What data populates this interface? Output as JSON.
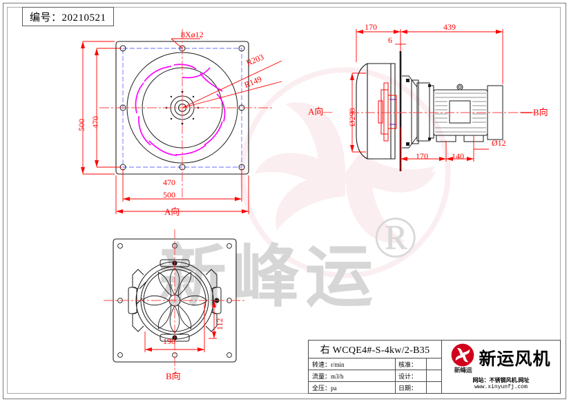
{
  "sheet": {
    "code_label": "编号：20210521"
  },
  "watermark": {
    "brand_text": "新峰运",
    "registered_mark": "®",
    "logo_icon": "fan-impeller-icon"
  },
  "views": {
    "front": {
      "name": "A向",
      "label": "A向",
      "dims": {
        "outer_width": "500",
        "inner_width": "470",
        "outer_height": "500",
        "inner_height": "470",
        "holes": "8Xø12",
        "radius_outer": "R203",
        "radius_inner": "R149"
      }
    },
    "side": {
      "name": "B向",
      "label": "B向",
      "arrow_label_a": "A向",
      "dims": {
        "inlet_len": "170",
        "total_len": "439",
        "plate_thk": "6",
        "inlet_dia": "Ø298",
        "base_front": "170",
        "base_span": "140",
        "bolt_dia": "Ø12"
      }
    },
    "bottom": {
      "name": "B向",
      "label": "B向",
      "dims": {
        "foot_width": "190",
        "foot_height": "112"
      }
    }
  },
  "title_block": {
    "model": "右  WCQE4#-S-4kw/2-B35",
    "rows": [
      {
        "param": "转速：r/min",
        "field": "核准：",
        "value": ""
      },
      {
        "param": "流量：m3/h",
        "field": "设计：",
        "value": ""
      },
      {
        "param": "全压：pa",
        "field": "日期：",
        "value": ""
      }
    ],
    "company": {
      "logo_icon": "fan-logo-icon",
      "logo_sub": "新峰运",
      "name": "新运风机",
      "site_label": "网站：不锈钢风机.网址",
      "site_url": "www.xinyunfj.com"
    }
  },
  "colors": {
    "dimension": "#ff0000",
    "blade": "#ff00ff",
    "bolt_circle": "#6a6aff",
    "outline": "#1a1a1a",
    "logo_red": "#d0021b",
    "watermark": "#d6d6d6"
  }
}
